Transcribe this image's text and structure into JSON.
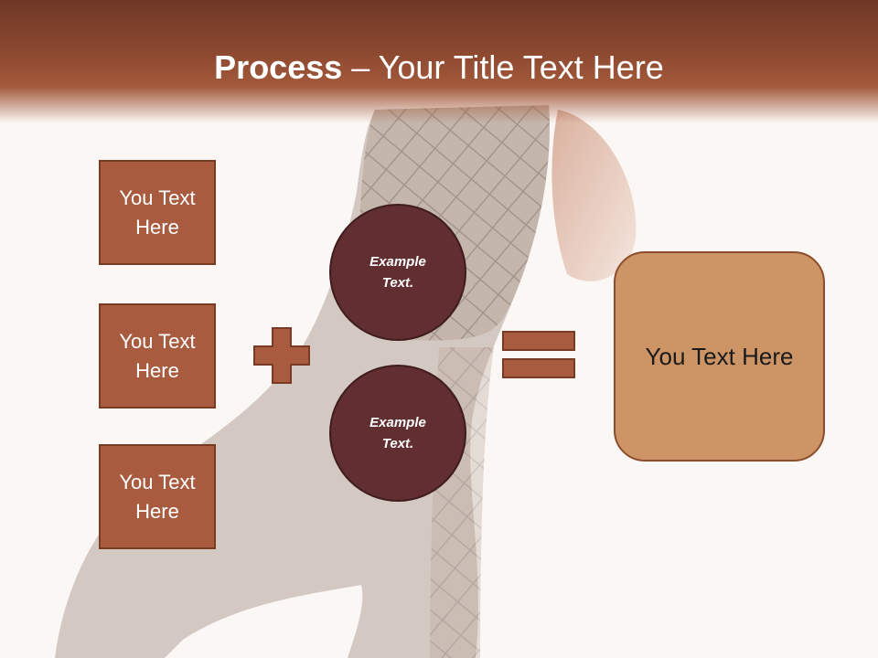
{
  "slide": {
    "title_bold": "Process",
    "title_rest": " – Your Title Text Here"
  },
  "left_boxes": [
    {
      "label": "You Text Here"
    },
    {
      "label": "You Text Here"
    },
    {
      "label": "You Text Here"
    }
  ],
  "circles": [
    {
      "label": "Example Text."
    },
    {
      "label": "Example Text."
    }
  ],
  "operators": {
    "plus": "plus-icon",
    "equals": "equals-icon"
  },
  "result": {
    "label": "You Text Here"
  },
  "colors": {
    "header": "#8e4a31",
    "box_fill": "#a85b3e",
    "circle_fill": "#612e31",
    "result_fill": "#cd9466",
    "operator_fill": "#a85b3e"
  }
}
